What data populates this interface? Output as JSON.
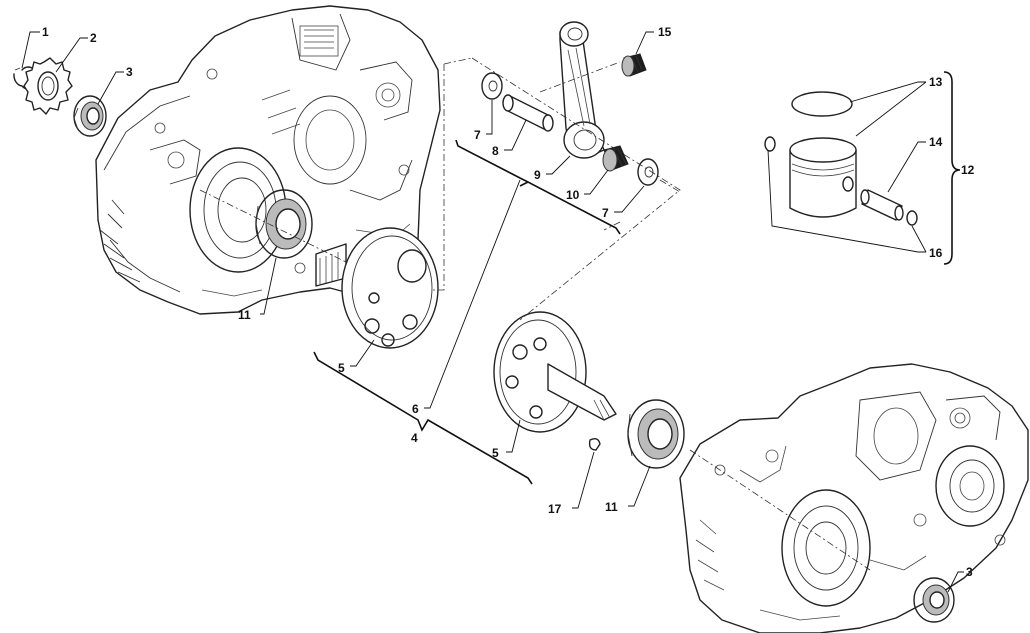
{
  "callouts": [
    {
      "id": "c1",
      "label": "1"
    },
    {
      "id": "c2",
      "label": "2"
    },
    {
      "id": "c3a",
      "label": "3"
    },
    {
      "id": "c3b",
      "label": "3"
    },
    {
      "id": "c4",
      "label": "4"
    },
    {
      "id": "c5a",
      "label": "5"
    },
    {
      "id": "c5b",
      "label": "5"
    },
    {
      "id": "c6",
      "label": "6"
    },
    {
      "id": "c7a",
      "label": "7"
    },
    {
      "id": "c7b",
      "label": "7"
    },
    {
      "id": "c8",
      "label": "8"
    },
    {
      "id": "c9",
      "label": "9"
    },
    {
      "id": "c10",
      "label": "10"
    },
    {
      "id": "c11a",
      "label": "11"
    },
    {
      "id": "c11b",
      "label": "11"
    },
    {
      "id": "c12",
      "label": "12"
    },
    {
      "id": "c13",
      "label": "13"
    },
    {
      "id": "c14",
      "label": "14"
    },
    {
      "id": "c15",
      "label": "15"
    },
    {
      "id": "c16",
      "label": "16"
    },
    {
      "id": "c17",
      "label": "17"
    }
  ],
  "colors": {
    "line": "#222222",
    "background": "#ffffff"
  }
}
